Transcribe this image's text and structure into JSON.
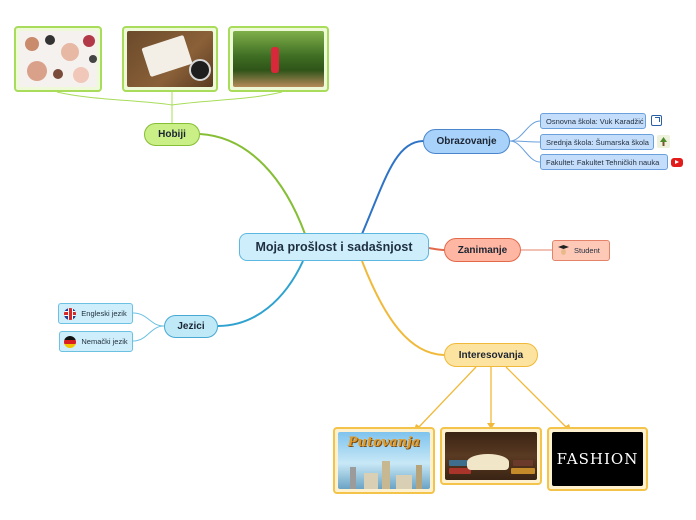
{
  "colors": {
    "hobiji": "#86be35",
    "obrazovanje": "#2f73c6",
    "zanimanje": "#e26a4b",
    "jezici": "#2fa2d0",
    "interesovanja": "#f0b93a"
  },
  "center": {
    "label": "Moja prošlost i sadašnjost"
  },
  "hobiji": {
    "label": "Hobiji",
    "images": [
      "makeup-photo",
      "reading-coffee-photo",
      "running-photo"
    ]
  },
  "obrazovanje": {
    "label": "Obrazovanje",
    "items": [
      {
        "label": "Osnovna škola: Vuk Karadžić",
        "icon": "external-link-icon"
      },
      {
        "label": "Srednja škola: Šumarska škola",
        "icon": "forest-school-icon"
      },
      {
        "label": "Fakultet: Fakultet Tehničkih nauka",
        "icon": "youtube-icon"
      }
    ]
  },
  "zanimanje": {
    "label": "Zanimanje",
    "items": [
      {
        "label": "Student",
        "icon": "student-icon"
      }
    ]
  },
  "jezici": {
    "label": "Jezici",
    "items": [
      {
        "label": "Engleski jezik",
        "icon": "uk-flag-icon"
      },
      {
        "label": "Nemački jezik",
        "icon": "germany-flag-icon"
      }
    ]
  },
  "interesovanja": {
    "label": "Interesovanja",
    "images": [
      "travel-image",
      "books-image",
      "fashion-image"
    ],
    "travel_title": "Putovanja",
    "fashion_text": "FASHION"
  }
}
